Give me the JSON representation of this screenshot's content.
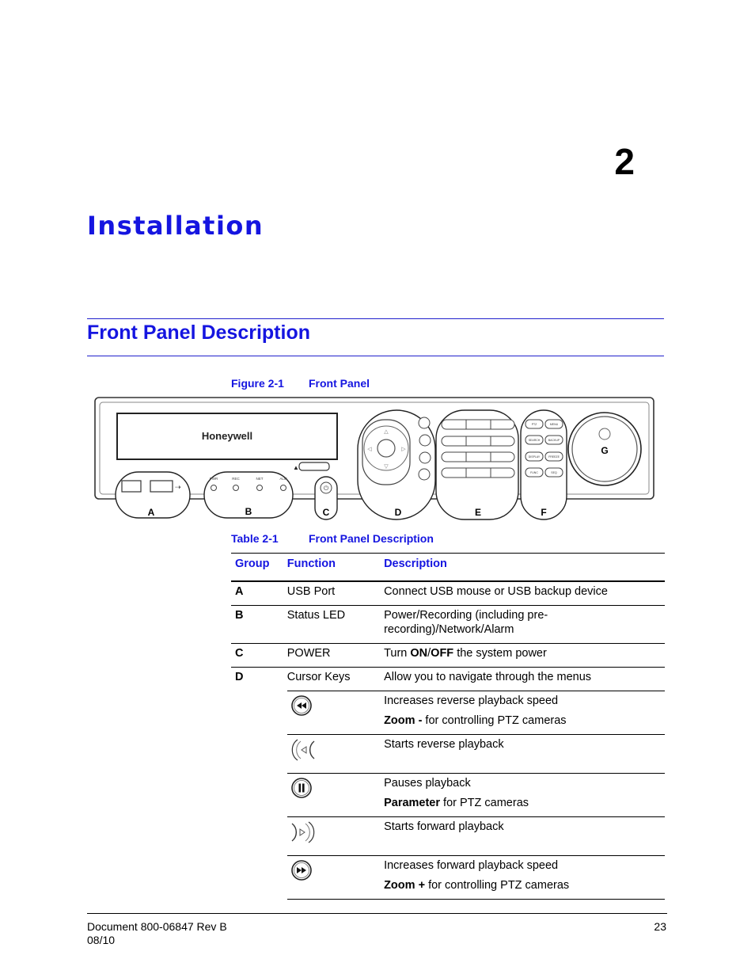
{
  "chapter": {
    "number": "2",
    "title": "Installation"
  },
  "section": {
    "title": "Front Panel Description"
  },
  "figure": {
    "label": "Figure 2-1",
    "title": "Front Panel",
    "brand": "Honeywell",
    "led_labels": [
      "PWR",
      "REC",
      "NET",
      "ALM"
    ],
    "group_labels": [
      "A",
      "B",
      "C",
      "D",
      "E",
      "F",
      "G"
    ],
    "f_buttons": [
      "PTZ",
      "MENU",
      "SEARCH",
      "BACKUP",
      "DISPLAY",
      "FREEZE",
      "FUNC",
      "SEQ"
    ]
  },
  "table": {
    "label": "Table 2-1",
    "title": "Front Panel Description",
    "headers": {
      "group": "Group",
      "function": "Function",
      "description": "Description"
    },
    "rows": [
      {
        "group": "A",
        "function": "USB Port",
        "description": "Connect USB mouse or USB backup device"
      },
      {
        "group": "B",
        "function": "Status LED",
        "description": "Power/Recording (including pre-recording)/Network/Alarm"
      },
      {
        "group": "C",
        "function": "POWER",
        "desc_pre": "Turn ",
        "desc_b1": "ON",
        "desc_mid": "/",
        "desc_b2": "OFF",
        "desc_post": " the system power"
      },
      {
        "group": "D",
        "function": "Cursor Keys",
        "description": "Allow you to navigate through the menus"
      }
    ],
    "icon_rows": [
      {
        "icon": "fast-reverse-icon",
        "line1": "Increases reverse playback speed",
        "bold": "Zoom -",
        "rest": " for controlling PTZ cameras"
      },
      {
        "icon": "reverse-play-icon",
        "line1": "Starts reverse playback"
      },
      {
        "icon": "pause-icon",
        "line1": "Pauses playback",
        "bold": "Parameter",
        "rest": " for PTZ cameras"
      },
      {
        "icon": "forward-play-icon",
        "line1": "Starts forward playback"
      },
      {
        "icon": "fast-forward-icon",
        "line1": "Increases forward playback speed",
        "bold": "Zoom +",
        "rest": " for controlling PTZ cameras"
      }
    ]
  },
  "footer": {
    "document": "Document 800-06847 Rev B",
    "date": "08/10",
    "page": "23"
  }
}
